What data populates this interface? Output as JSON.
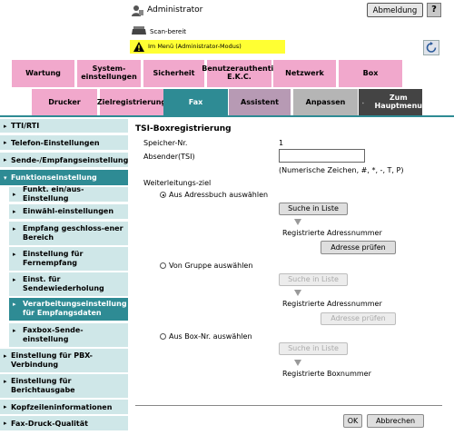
{
  "header": {
    "user": "Administrator",
    "logout": "Abmeldung",
    "help": "?",
    "status": "Scan-bereit",
    "mode": "Im Menü (Administrator-Modus)"
  },
  "tabs_row1": [
    "Wartung",
    "System-\neinstellungen",
    "Sicherheit",
    "Benutzerauthentif\nE.K.C.",
    "Netzwerk",
    "Box"
  ],
  "tabs_row2": [
    "Drucker",
    "Zielregistrierung",
    "Fax",
    "Assistent",
    "Anpassen",
    "Zum\nHauptmenu"
  ],
  "sidebar": {
    "items": [
      "TTI/RTI",
      "Telefon-Einstellungen",
      "Sende-/Empfangseinstellung",
      "Funktionseinstellung"
    ],
    "subitems": [
      "Funkt. ein/aus-Einstellung",
      "Einwähl-einstellungen",
      "Empfang geschloss-ener\nBereich",
      "Einstellung für\nFernempfang",
      "Einst. für\nSendewiederholung",
      "Verarbeitungseinstellung\nfür Empfangsdaten",
      "Faxbox-Sende-\neinstellung"
    ],
    "items_after": [
      "Einstellung für PBX-\nVerbindung",
      "Einstellung für\nBerichtausgabe",
      "Kopfzeileninformationen",
      "Fax-Druck-Qualität"
    ]
  },
  "main": {
    "title": "TSI-Boxregistrierung",
    "speicher_label": "Speicher-Nr.",
    "speicher_value": "1",
    "absender_label": "Absender(TSI)",
    "absender_value": "",
    "absender_hint": "(Numerische Zeichen, #, *, -, T, P)",
    "weiterleitung_label": "Weiterleitungs-ziel",
    "opt1": "Aus Adressbuch auswählen",
    "opt2": "Von Gruppe auswählen",
    "opt3": "Aus Box-Nr. auswählen",
    "search": "Suche in Liste",
    "reg_addr": "Registrierte Adressnummer",
    "check_addr": "Adresse prüfen",
    "reg_box": "Registrierte Boxnummer",
    "ok": "OK",
    "cancel": "Abbrechen"
  },
  "colors": {
    "sidebar_bg": "#cfe7e8",
    "sidebar_active": "#2e8b94",
    "mode_bar": "#ffff33",
    "fax_tab": "#2e8b94"
  }
}
